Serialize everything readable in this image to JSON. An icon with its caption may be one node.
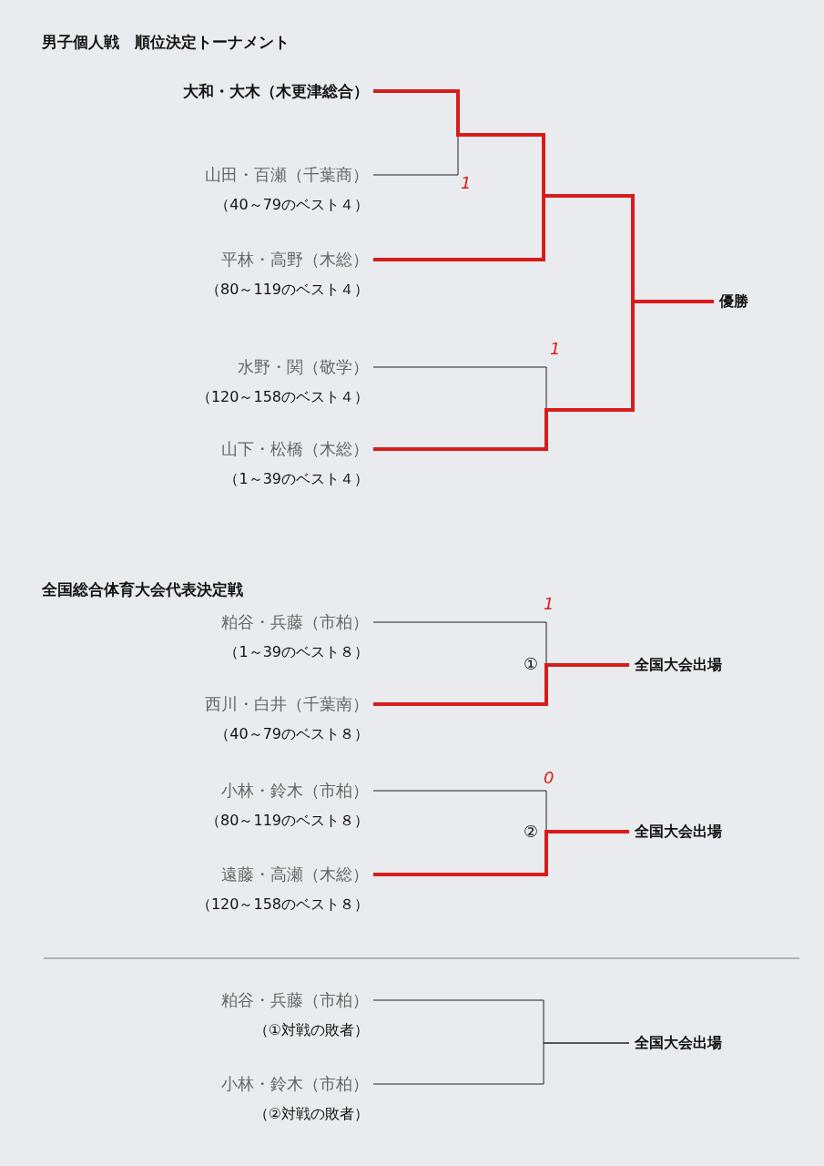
{
  "diagram": {
    "title": "男子個人戦　順位決定トーナメント",
    "nodes": [
      {
        "text": [
          "大和・大木（木更津総合）"
        ]
      },
      {
        "text": [
          "山田・百瀬（千葉商）",
          "（40～79のベスト４）"
        ]
      },
      {
        "text": [
          "平林・高野（木総）",
          "（80～119のベスト４）"
        ]
      },
      {
        "text": [
          "水野・関（敬学）",
          "（120～158のベスト４）"
        ]
      },
      {
        "text": [
          "山下・松橋（木総）",
          "（1～39のベスト４）"
        ]
      },
      {
        "text": [
          "優勝"
        ]
      },
      {
        "text": [
          "粕谷・兵藤（市柏）",
          "（1～39のベスト８）"
        ]
      },
      {
        "text": [
          "西川・白井（千葉南）",
          "（40～79のベスト８）"
        ]
      },
      {
        "text": [
          "全国大会出場"
        ]
      },
      {
        "text": [
          "小林・鈴木（市柏）",
          "（80～119のベスト８）"
        ]
      },
      {
        "text": [
          "遠藤・高瀬（木総）",
          "（120～158のベスト８）"
        ]
      },
      {
        "text": [
          "全国大会出場"
        ]
      },
      {
        "text": [
          "粕谷・兵藤（市柏）",
          "（①対戦の敗者）"
        ]
      },
      {
        "text": [
          "小林・鈴木（市柏）",
          "（②対戦の敗者）"
        ]
      },
      {
        "text": [
          "全国大会出場"
        ]
      }
    ],
    "edges": [
      {
        "from": 0,
        "to": 5,
        "arrow": "none",
        "style": "thick",
        "color": "#d81c1c"
      },
      {
        "from": 1,
        "to": 5,
        "arrow": "none"
      },
      {
        "from": 2,
        "to": 5,
        "arrow": "none",
        "style": "thick",
        "color": "#d81c1c"
      },
      {
        "from": 3,
        "to": 5,
        "arrow": "none"
      },
      {
        "from": 4,
        "to": 5,
        "arrow": "none",
        "style": "thick",
        "color": "#d81c1c"
      },
      {
        "from": 6,
        "to": 8,
        "arrow": "none"
      },
      {
        "from": 7,
        "to": 8,
        "arrow": "none",
        "style": "thick",
        "color": "#d81c1c"
      },
      {
        "from": 9,
        "to": 11,
        "arrow": "none"
      },
      {
        "from": 10,
        "to": 11,
        "arrow": "none",
        "style": "thick",
        "color": "#d81c1c"
      },
      {
        "from": 12,
        "to": 14,
        "arrow": "none"
      },
      {
        "from": 13,
        "to": 14,
        "arrow": "none"
      }
    ],
    "labels": [
      "1",
      "1",
      "全国総合体育大会代表決定戦",
      "1",
      "①",
      "0",
      "②"
    ]
  }
}
